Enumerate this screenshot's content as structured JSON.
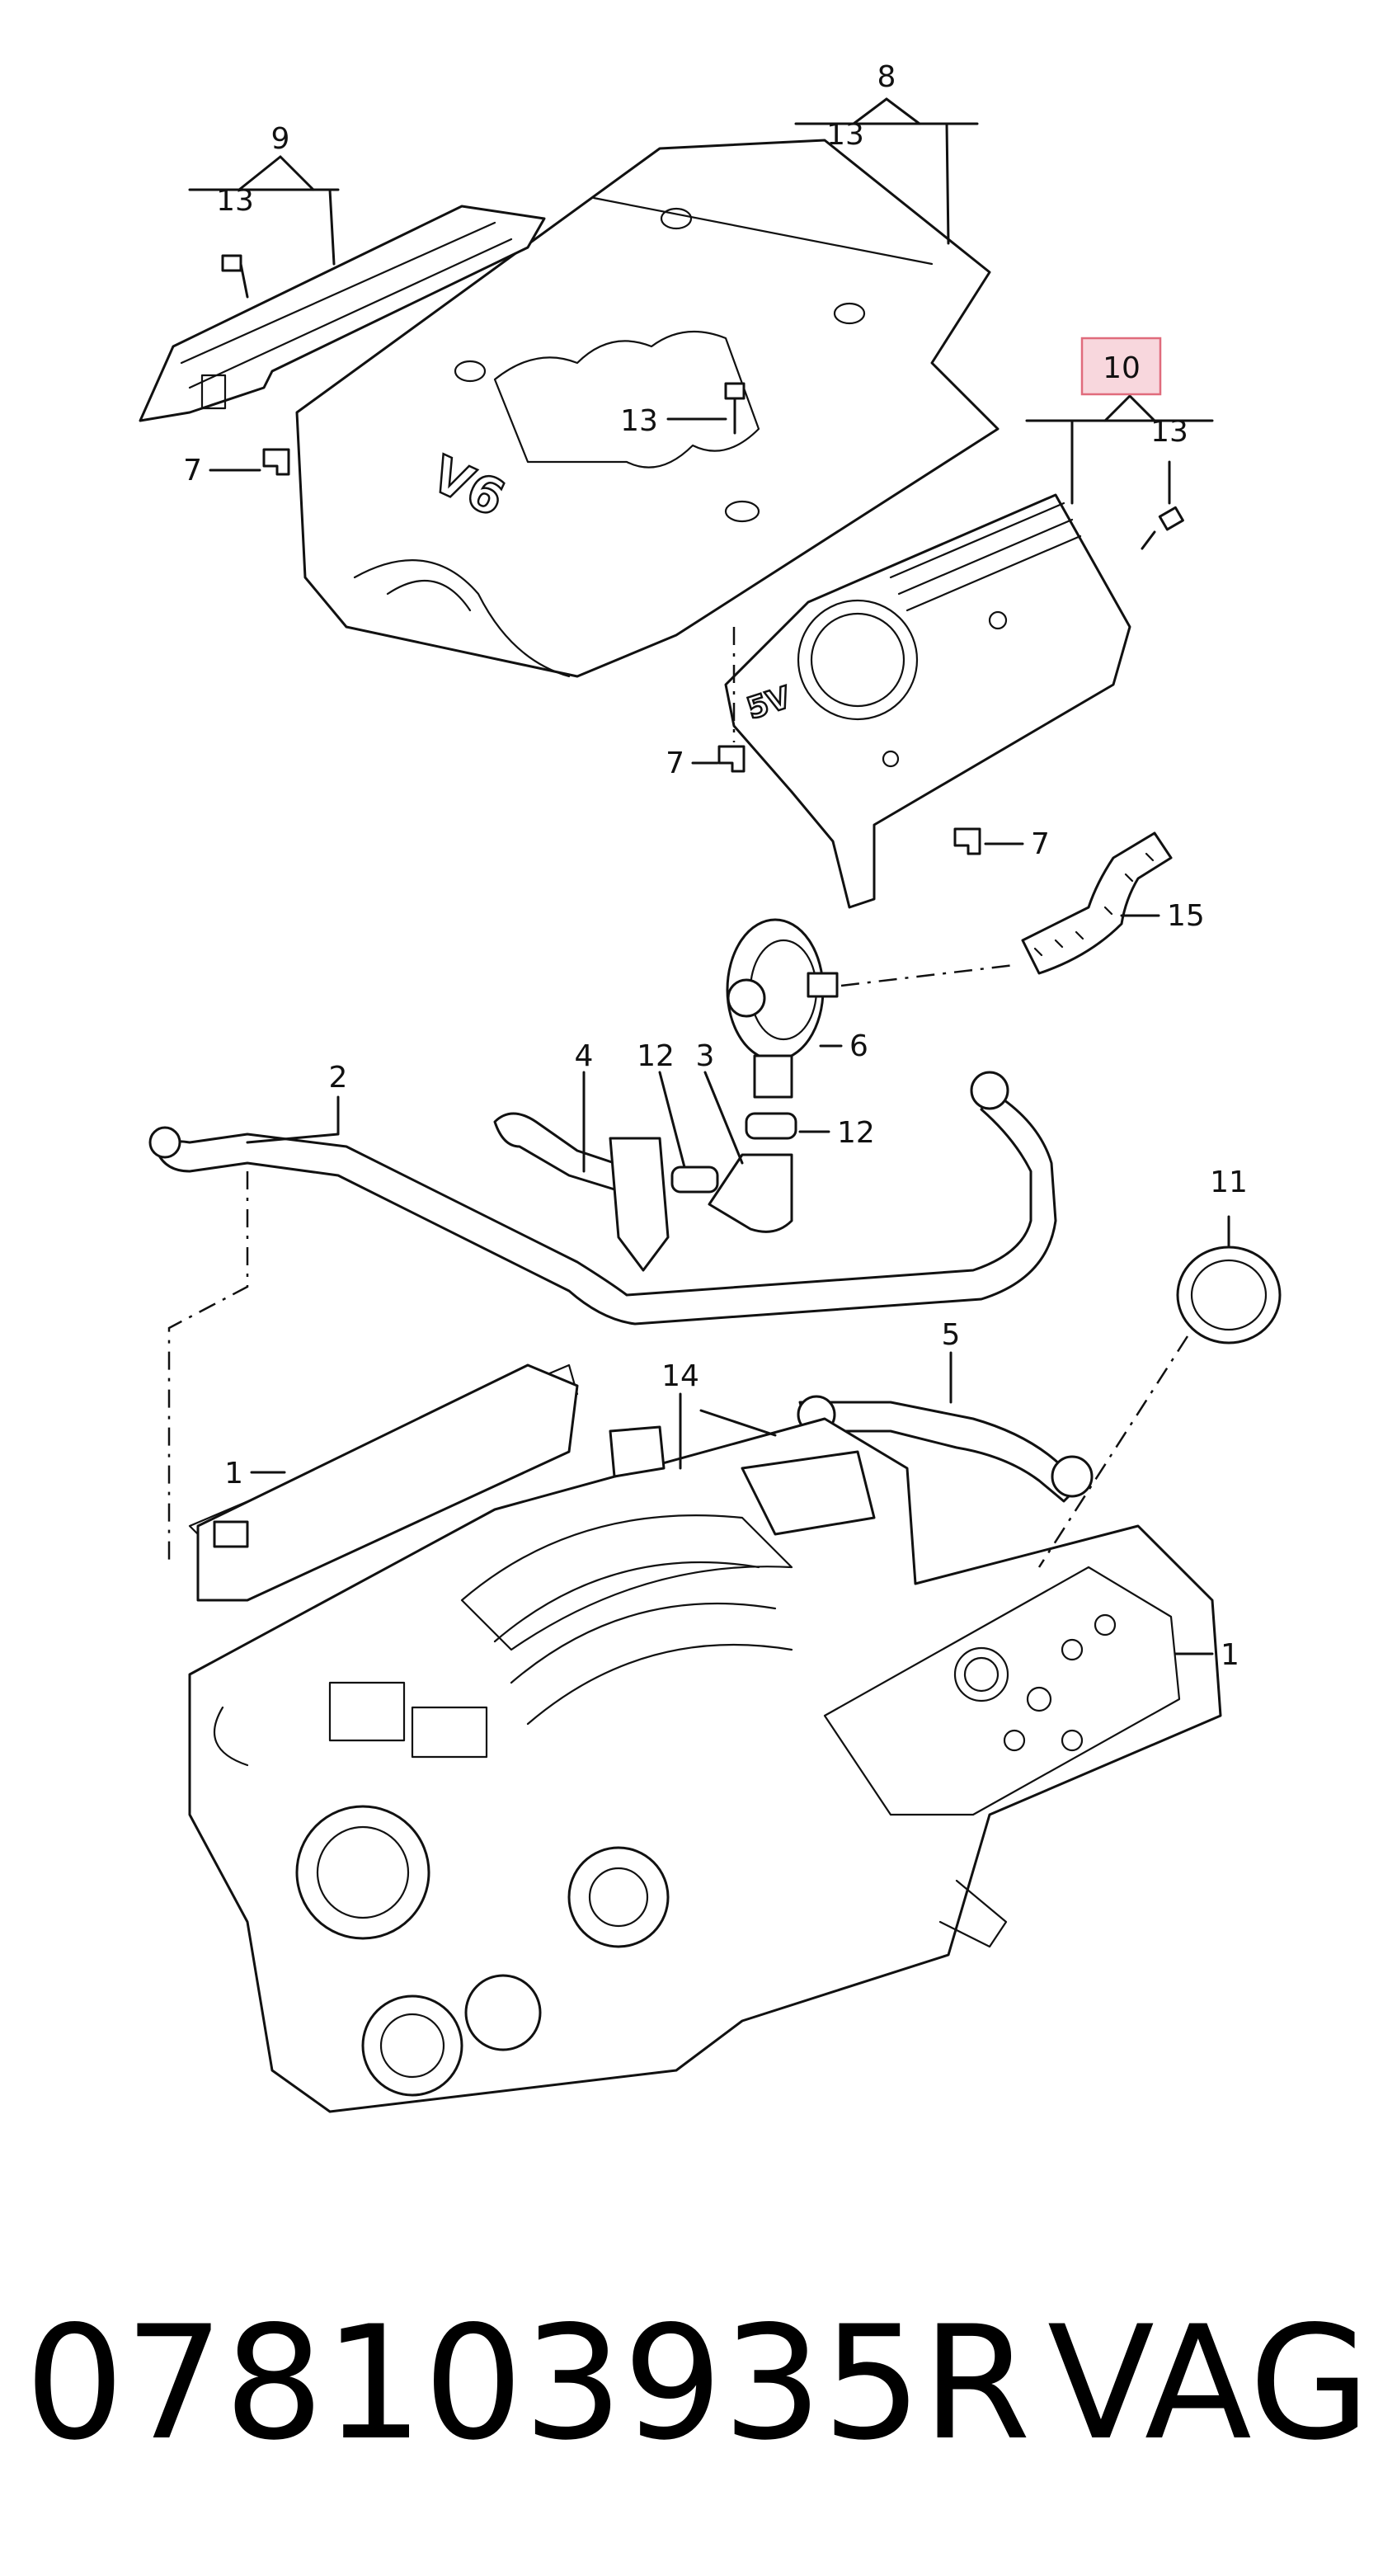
{
  "callouts": {
    "c1": "1",
    "c2": "2",
    "c3": "3",
    "c4": "4",
    "c5": "5",
    "c6": "6",
    "c7": "7",
    "c8": "8",
    "c9": "9",
    "c10": "10",
    "c11": "11",
    "c12": "12",
    "c13": "13",
    "c14": "14",
    "c15": "15"
  },
  "engravings": {
    "cover_text": "V6",
    "cover_small_text": "5V"
  },
  "highlight": {
    "callout": "10",
    "fill": "#f8d7dd",
    "stroke": "#e06b7c"
  },
  "caption": {
    "part_number": "078103935R",
    "brand": "VAG"
  }
}
